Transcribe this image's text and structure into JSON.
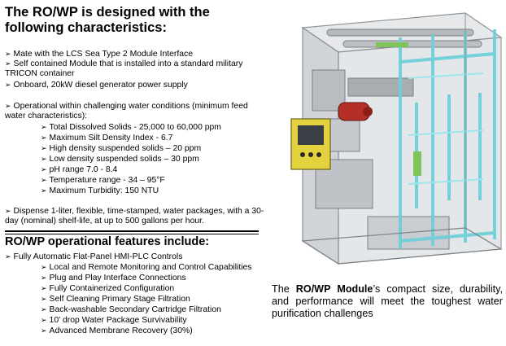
{
  "heading1": "The RO/WP is designed with the following characteristics:",
  "characteristics": [
    "Mate with the LCS Sea Type 2 Module Interface",
    "Self contained Module that is installed into a standard military TRICON container",
    "Onboard, 20kW diesel generator power supply",
    "Operational within challenging water conditions (minimum feed water characteristics):"
  ],
  "water_conditions": [
    "Total Dissolved Solids - 25,000 to 60,000 ppm",
    "Maximum Silt Density Index - 6.7",
    "High density suspended solids – 20 ppm",
    "Low density suspended solids – 30 ppm",
    "pH range 7.0 - 8.4",
    "Temperature range - 34 – 95°F",
    "Maximum Turbidity: 150 NTU"
  ],
  "dispense": "Dispense 1-liter, flexible, time-stamped, water packages, with a 30-day (nominal) shelf-life, at up to 500 gallons per hour.",
  "heading2": "RO/WP operational features include:",
  "feature_main": "Fully Automatic Flat-Panel HMI-PLC Controls",
  "features": [
    "Local and Remote Monitoring and Control Capabilities",
    "Plug and Play Interface Connections",
    "Fully Containerized Configuration",
    "Self Cleaning Primary Stage Filtration",
    "Back-washable Secondary Cartridge Filtration",
    "10' drop Water Package Survivability",
    "Advanced Membrane Recovery (30%)"
  ],
  "caption": {
    "prefix": "The ",
    "bold": "RO/WP Module",
    "suffix": "’s compact size, durability, and performance will meet the toughest water purification challenges"
  },
  "colors": {
    "pipe_cyan": "#7fd8e0",
    "control_yellow": "#e8d84a",
    "motor_red": "#b8332a",
    "frame_grey": "#9aa0a6"
  }
}
